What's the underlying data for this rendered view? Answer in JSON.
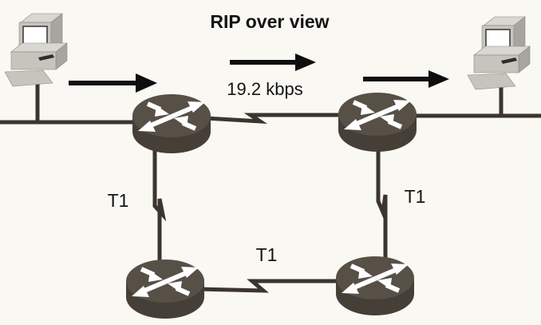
{
  "colors": {
    "bg": "#FAF8F2",
    "line": "#3B352E",
    "arrow": "#0E0E0E",
    "text": "#141414",
    "router-top": "#575047",
    "router-body": "#453F37",
    "router-arrow": "#FFFFFF",
    "pc-light": "#D9D7D2",
    "pc-mid": "#C7C4BE",
    "pc-dark": "#A8A59E"
  },
  "diagram": {
    "title": "RIP over view",
    "labels": {
      "wan_speed": "19.2 kbps",
      "t1_left": "T1",
      "t1_bottom": "T1",
      "t1_right": "T1"
    },
    "nodes": {
      "workstation_left": "workstation-icon",
      "workstation_right": "workstation-icon",
      "router_top_left": "router-icon",
      "router_top_right": "router-icon",
      "router_bottom_left": "router-icon",
      "router_bottom_right": "router-icon"
    },
    "links": [
      {
        "name": "ethernet-segment-left",
        "between": [
          "workstation_left",
          "router_top_left"
        ]
      },
      {
        "name": "wan-serial-link",
        "label": "19.2 kbps",
        "between": [
          "router_top_left",
          "router_top_right"
        ]
      },
      {
        "name": "ethernet-segment-right",
        "between": [
          "router_top_right",
          "workstation_right"
        ]
      },
      {
        "name": "t1-link-left",
        "label": "T1",
        "between": [
          "router_top_left",
          "router_bottom_left"
        ]
      },
      {
        "name": "t1-link-bottom",
        "label": "T1",
        "between": [
          "router_bottom_left",
          "router_bottom_right"
        ]
      },
      {
        "name": "t1-link-right",
        "label": "T1",
        "between": [
          "router_top_right",
          "router_bottom_right"
        ]
      }
    ]
  }
}
